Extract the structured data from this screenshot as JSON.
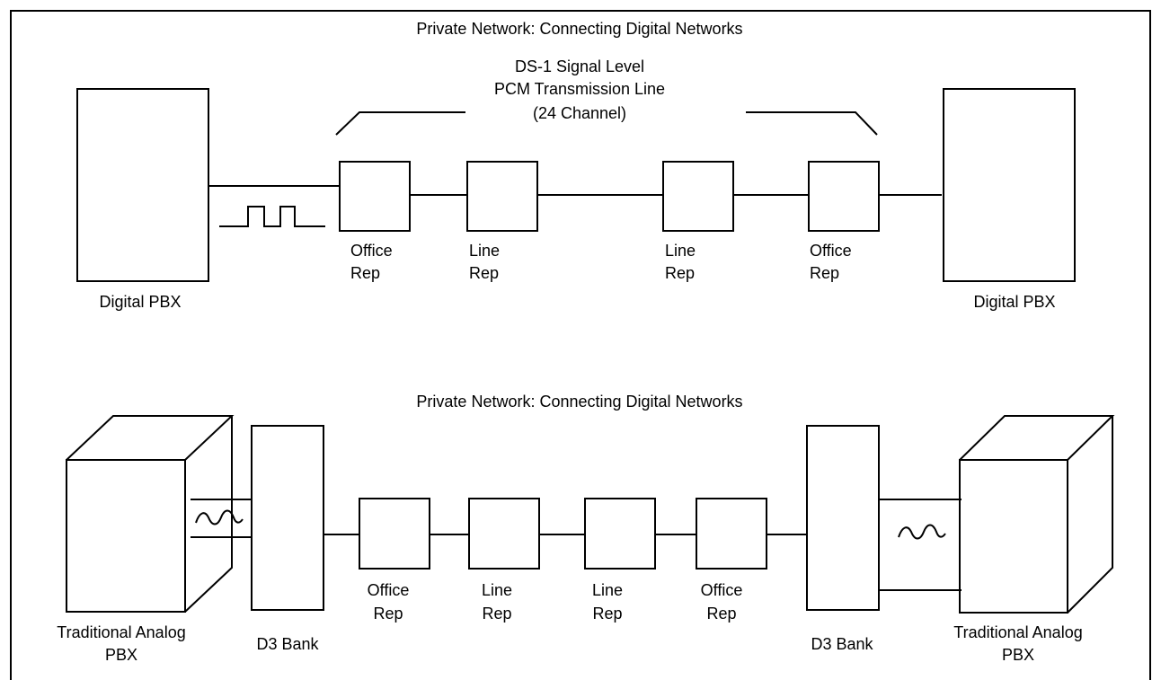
{
  "top": {
    "title": "Private Network: Connecting Digital Networks",
    "signal_level": "DS-1 Signal Level",
    "transmission_line": "PCM Transmission Line",
    "channels": "(24 Channel)",
    "left_pbx": "Digital PBX",
    "right_pbx": "Digital PBX",
    "repeaters": [
      {
        "line1": "Office",
        "line2": "Rep"
      },
      {
        "line1": "Line",
        "line2": "Rep"
      },
      {
        "line1": "Line",
        "line2": "Rep"
      },
      {
        "line1": "Office",
        "line2": "Rep"
      }
    ]
  },
  "bottom": {
    "title": "Private Network: Connecting Digital Networks",
    "left_pbx": {
      "line1": "Traditional Analog",
      "line2": "PBX"
    },
    "right_pbx": {
      "line1": "Traditional Analog",
      "line2": "PBX"
    },
    "left_bank": "D3 Bank",
    "right_bank": "D3 Bank",
    "repeaters": [
      {
        "line1": "Office",
        "line2": "Rep"
      },
      {
        "line1": "Line",
        "line2": "Rep"
      },
      {
        "line1": "Line",
        "line2": "Rep"
      },
      {
        "line1": "Office",
        "line2": "Rep"
      }
    ]
  }
}
